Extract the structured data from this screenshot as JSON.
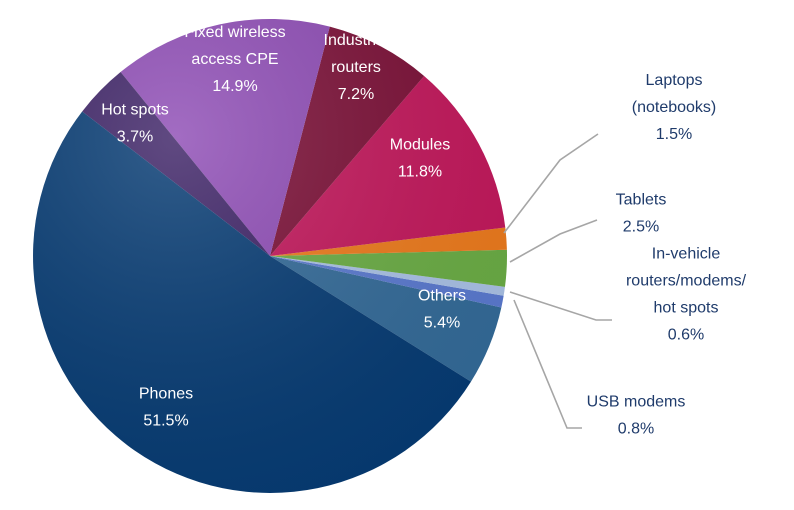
{
  "chart_data": {
    "type": "pie",
    "title": "",
    "unit": "%",
    "start_angle_deg": -32,
    "direction": "counterclockwise",
    "slices": [
      {
        "name": "Others",
        "lines": [
          "Others"
        ],
        "pct_text": "5.4%",
        "value": 5.4,
        "color": "#336a98",
        "label": "inside"
      },
      {
        "name": "USB modems",
        "lines": [
          "USB modems"
        ],
        "pct_text": "0.8%",
        "value": 0.8,
        "color": "#5a79cf",
        "label": "outside"
      },
      {
        "name": "In-vehicle routers/modems/ hot spots",
        "lines": [
          "In-vehicle",
          "routers/modems/",
          "hot spots"
        ],
        "pct_text": "0.6%",
        "value": 0.6,
        "color": "#a9c1e5",
        "label": "outside"
      },
      {
        "name": "Tablets",
        "lines": [
          "Tablets"
        ],
        "pct_text": "2.5%",
        "value": 2.5,
        "color": "#6aac44",
        "label": "outside"
      },
      {
        "name": "Laptops (notebooks)",
        "lines": [
          "Laptops",
          "(notebooks)"
        ],
        "pct_text": "1.5%",
        "value": 1.5,
        "color": "#ec7a1c",
        "label": "outside"
      },
      {
        "name": "Modules",
        "lines": [
          "Modules"
        ],
        "pct_text": "11.8%",
        "value": 11.8,
        "color": "#c2175b",
        "label": "inside"
      },
      {
        "name": "Industrial routers",
        "lines": [
          "Industrial",
          "routers"
        ],
        "pct_text": "7.2%",
        "value": 7.2,
        "color": "#7b1037",
        "label": "inside"
      },
      {
        "name": "Fixed wireless access CPE",
        "lines": [
          "Fixed wireless",
          "access CPE"
        ],
        "pct_text": "14.9%",
        "value": 14.9,
        "color": "#8e4cb5",
        "label": "inside"
      },
      {
        "name": "Hot spots",
        "lines": [
          "Hot spots"
        ],
        "pct_text": "3.7%",
        "value": 3.7,
        "color": "#3d2266",
        "label": "inside"
      },
      {
        "name": "Phones",
        "lines": [
          "Phones"
        ],
        "pct_text": "51.5%",
        "value": 51.5,
        "color": "#063b73",
        "label": "inside"
      }
    ]
  }
}
